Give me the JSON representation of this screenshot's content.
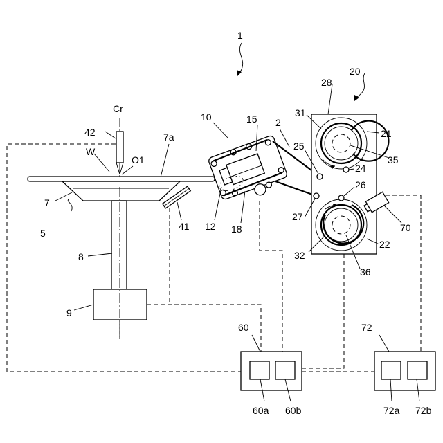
{
  "labels": {
    "apparatus": "1",
    "cr": "Cr",
    "nozzle_a": "42",
    "wafer": "W",
    "o1": "O1",
    "plate_top": "7a",
    "plate": "7",
    "chuck": "5",
    "shaft": "8",
    "motor": "9",
    "nozzle_b": "41",
    "head": "10",
    "head_part": "15",
    "tape": "2",
    "head_pulley": "12",
    "head_roller": "18",
    "unit": "20",
    "case": "28",
    "supply_reel": "21",
    "supply_dash": "31",
    "supply_core": "35",
    "guide_25": "25",
    "guide_24": "24",
    "guide_26": "26",
    "guide_27": "27",
    "takeup_reel": "22",
    "takeup_dash": "32",
    "takeup_core": "36",
    "sensor": "70",
    "ctrl1": "60",
    "ctrl1_a": "60a",
    "ctrl1_b": "60b",
    "ctrl2": "72",
    "ctrl2_a": "72a",
    "ctrl2_b": "72b"
  }
}
